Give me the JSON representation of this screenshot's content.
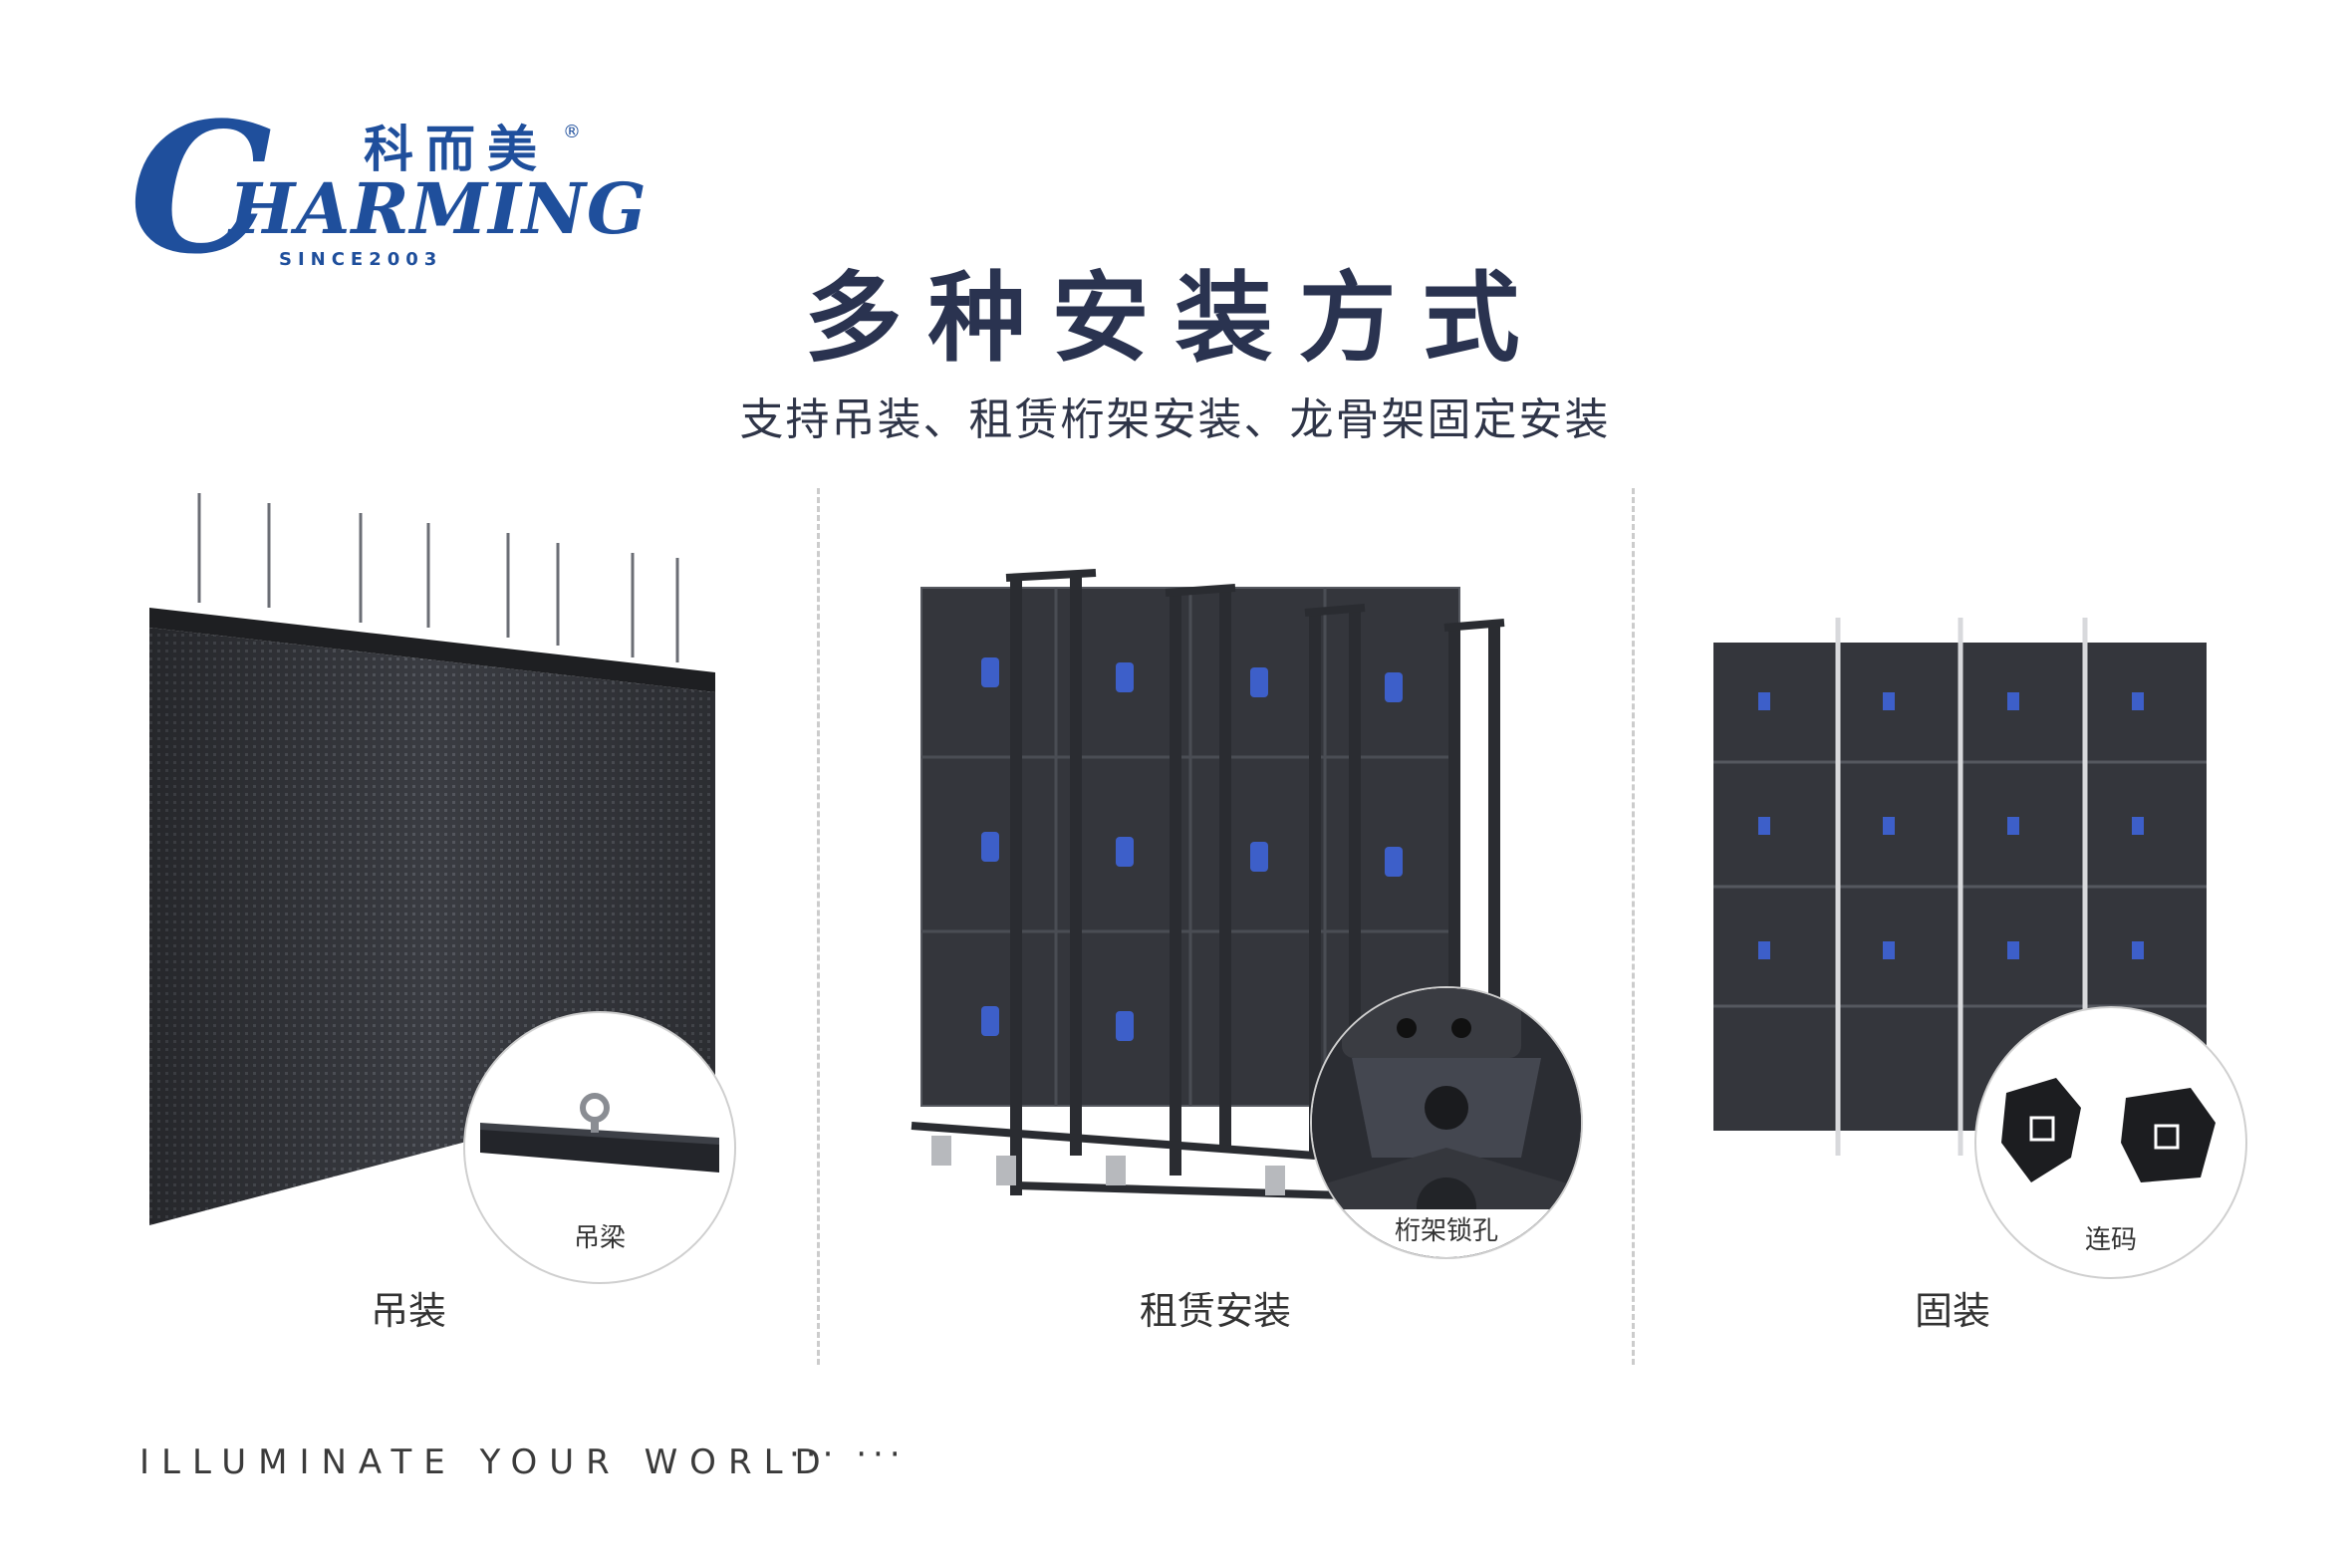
{
  "logo": {
    "chinese": "科而美",
    "registered": "®",
    "brand_first": "C",
    "brand_rest": "HARMING",
    "since": "SINCE2003"
  },
  "title": "多种安装方式",
  "subtitle": "支持吊装、租赁桁架安装、龙骨架固定安装",
  "panels": [
    {
      "caption": "吊装",
      "detail_label": "吊梁"
    },
    {
      "caption": "租赁安装",
      "detail_label": "桁架锁孔"
    },
    {
      "caption": "固装",
      "detail_label": "连码"
    }
  ],
  "footer": {
    "slogan": "ILLUMINATE YOUR WORLD",
    "dots": "··· ···"
  },
  "colors": {
    "brand_blue": "#1f4f9c",
    "title": "#2a3350",
    "panel_dark": "#2b2d33"
  }
}
